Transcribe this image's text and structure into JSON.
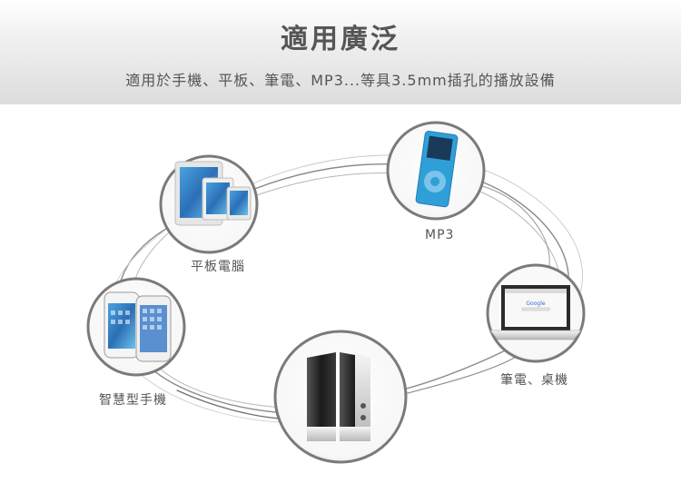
{
  "header": {
    "title": "適用廣泛",
    "subtitle": "適用於手機、平板、筆電、MP3...等具3.5mm插孔的播放設備"
  },
  "devices": {
    "tablet": "平板電腦",
    "mp3": "MP3",
    "laptop": "筆電、桌機",
    "smartphone": "智慧型手機"
  },
  "colors": {
    "ring": "#777777",
    "text": "#555555",
    "mp3_body": "#2f9fd8",
    "speaker": "#2a2a2a"
  }
}
